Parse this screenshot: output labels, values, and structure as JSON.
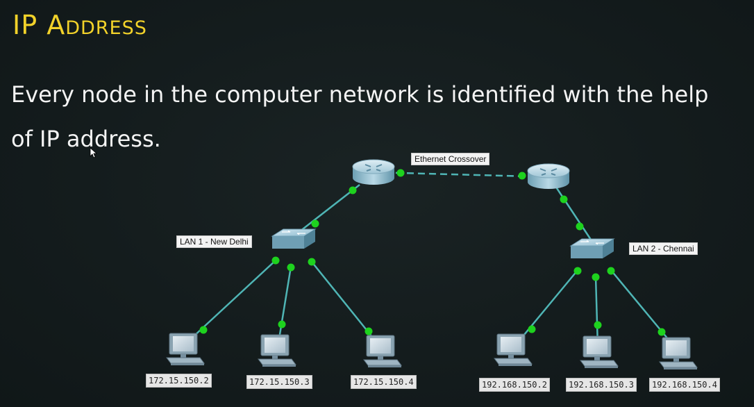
{
  "slide": {
    "title": "IP Address",
    "body": "Every node in the computer network is identified with the help of IP address."
  },
  "diagram": {
    "link_label": "Ethernet Crossover",
    "lan1": {
      "name": "LAN 1 - New Delhi",
      "hosts": [
        "172.15.150.2",
        "172.15.150.3",
        "172.15.150.4"
      ]
    },
    "lan2": {
      "name": "LAN 2 - Chennai",
      "hosts": [
        "192.168.150.2",
        "192.168.150.3",
        "192.168.150.4"
      ]
    },
    "colors": {
      "link": "#4fb5b5",
      "link_dot": "#1ed21e",
      "title": "#f2d22a",
      "text": "#f4f4f4"
    }
  }
}
